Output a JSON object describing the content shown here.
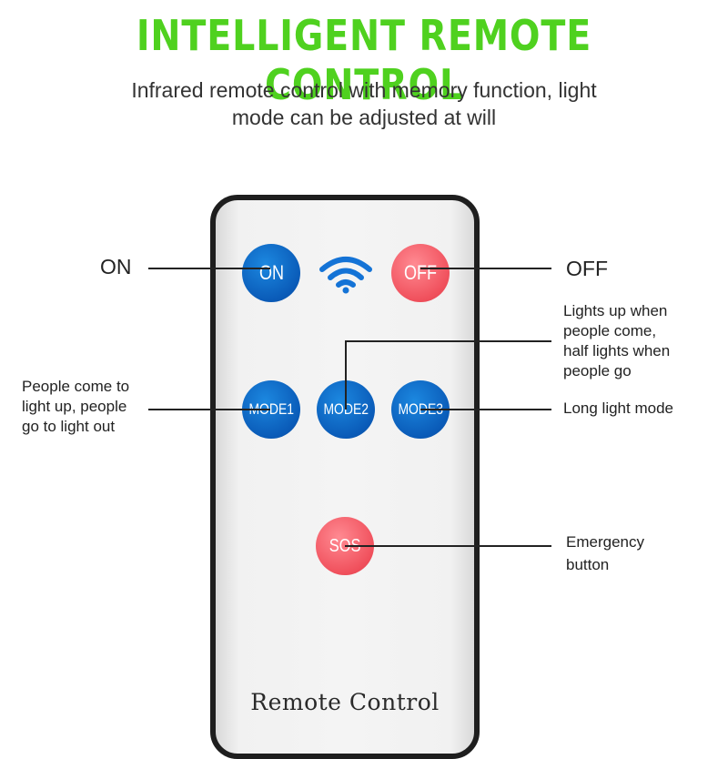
{
  "header": {
    "title": "INTELLIGENT REMOTE CONTROL",
    "subtitle_lines": [
      "Infrared remote control with memory function, light",
      "mode can be adjusted at will"
    ]
  },
  "remote": {
    "label": "Remote Control",
    "buttons": {
      "on": "ON",
      "off": "OFF",
      "mode1": "MODE1",
      "mode2": "MODE2",
      "mode3": "MODE3",
      "sos": "SOS"
    },
    "signal_icon": "wifi-signal-icon"
  },
  "callouts": {
    "on": "ON",
    "off": "OFF",
    "mode1": [
      "People come to",
      "light up, people",
      "go to light out"
    ],
    "mode2": [
      "Lights up when",
      "people come,",
      "half lights when",
      "people go"
    ],
    "mode3": "Long light mode",
    "sos": [
      "Emergency",
      "button"
    ]
  },
  "colors": {
    "title": "#4fd11f",
    "blue_button": "#0a5bb8",
    "red_button": "#f0505c"
  }
}
